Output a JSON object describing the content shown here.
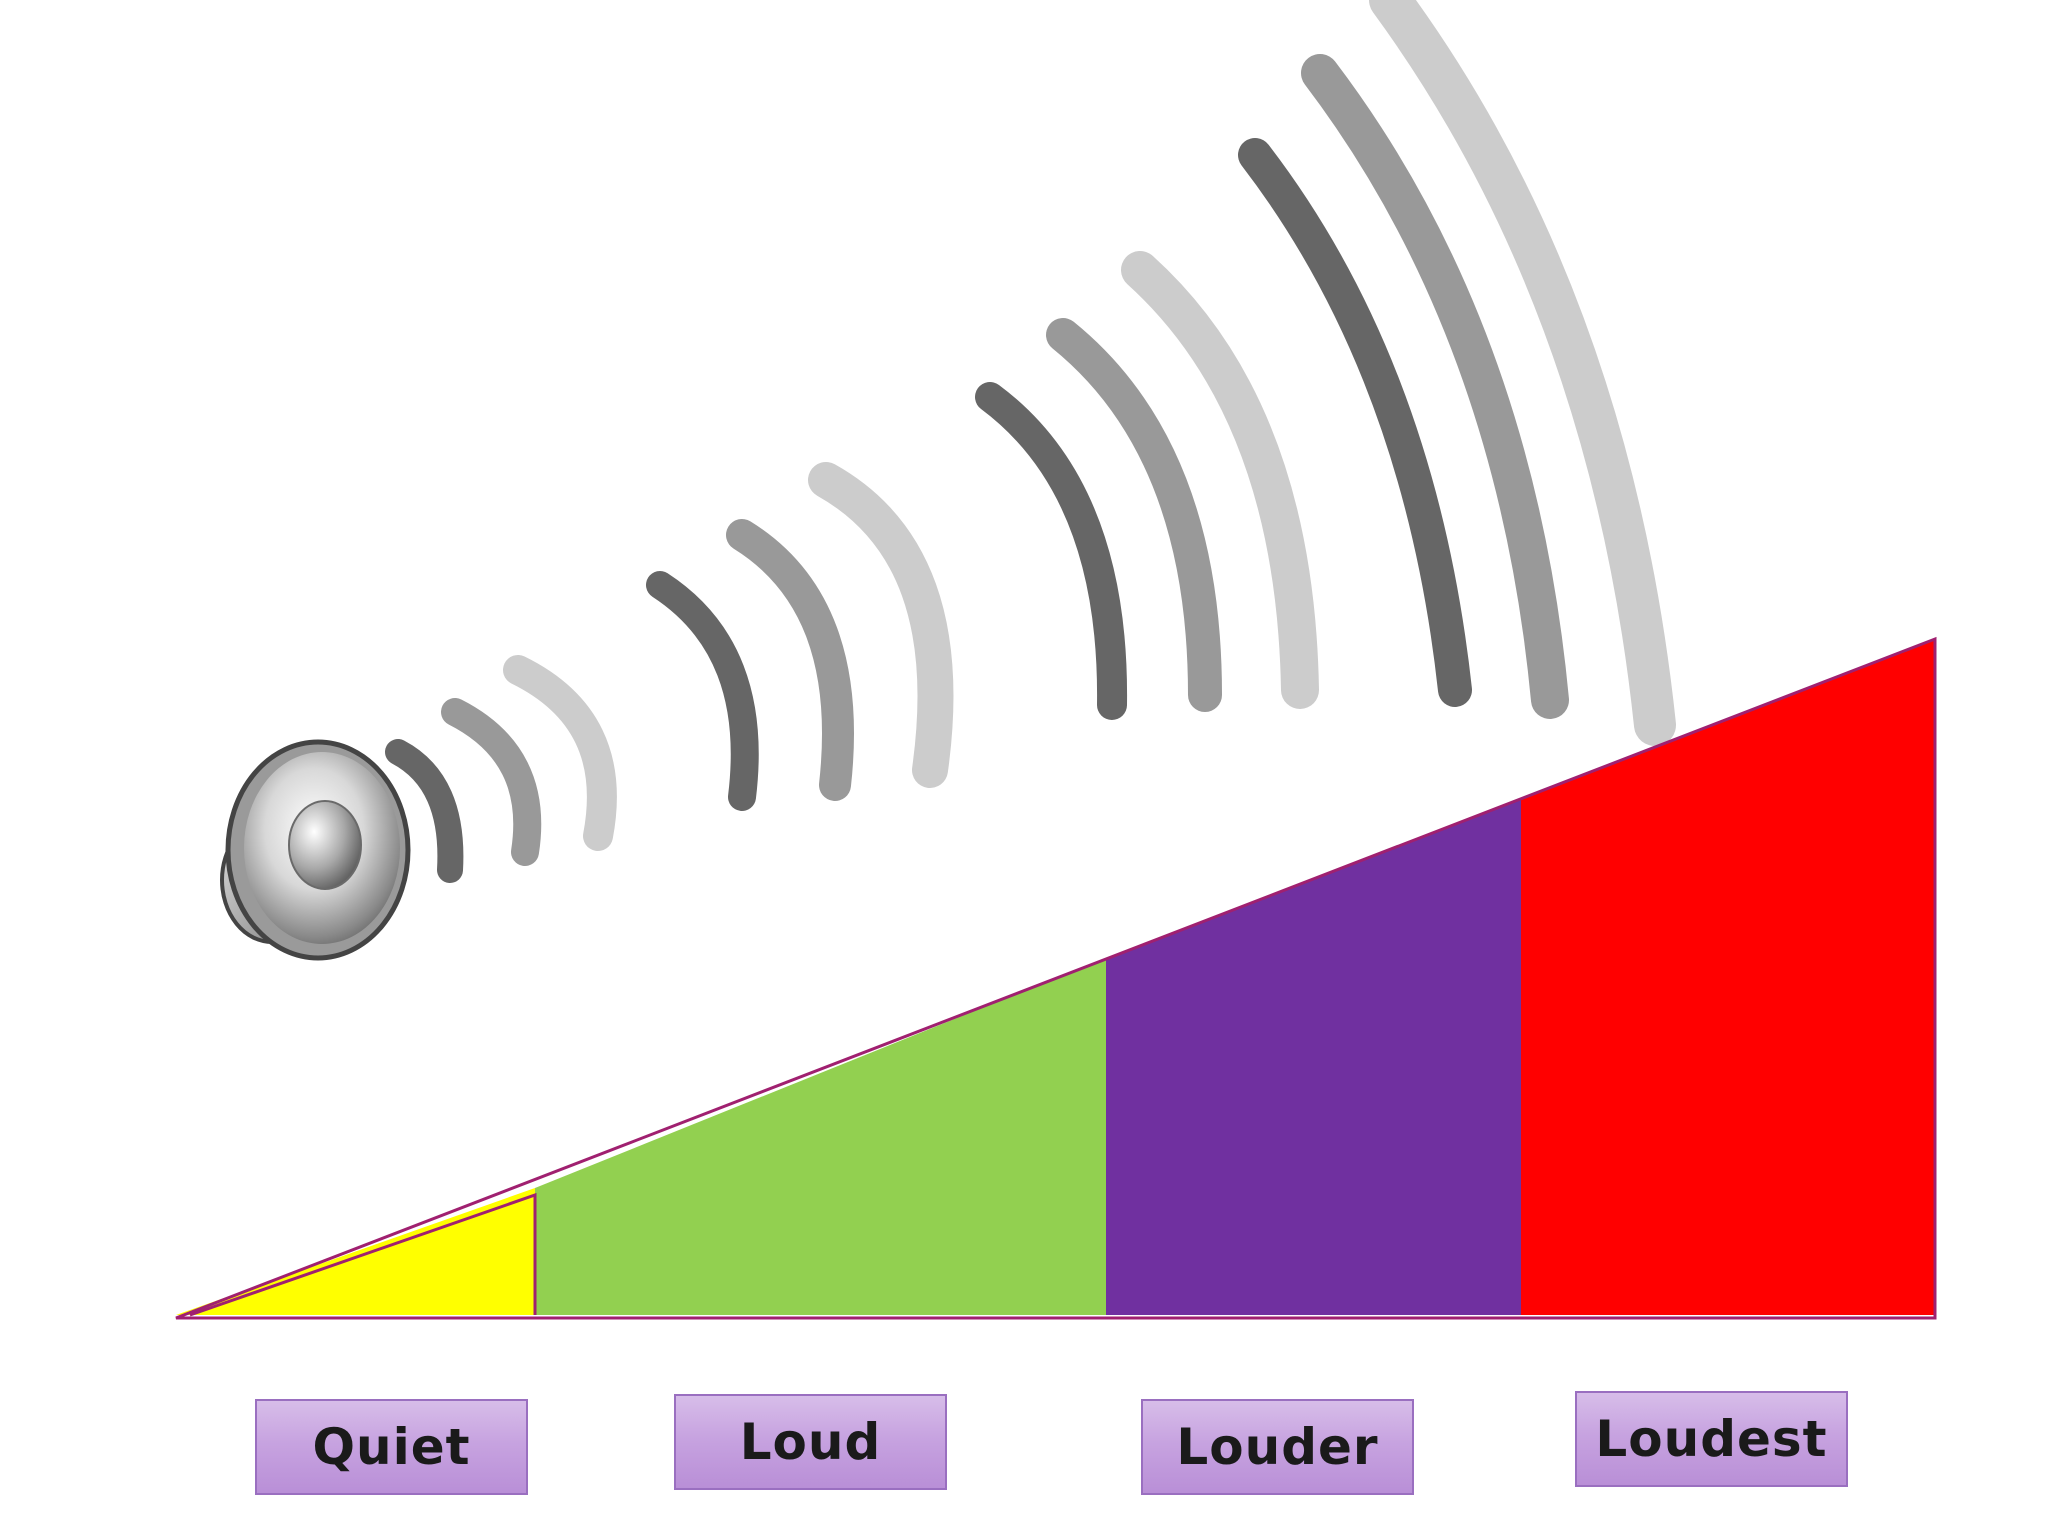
{
  "diagram": {
    "colors": {
      "quiet": "#ffff00",
      "loud": "#92d050",
      "louder": "#7030a0",
      "loudest": "#ff0000",
      "outline": "#a02070",
      "label_fill": "#c7a3e0",
      "label_border": "#9a6fc0",
      "wave_dark": "#666666",
      "wave_mid": "#999999",
      "wave_light": "#cccccc"
    },
    "icon": "speaker-icon",
    "levels": [
      {
        "id": "quiet",
        "label": "Quiet"
      },
      {
        "id": "loud",
        "label": "Loud"
      },
      {
        "id": "louder",
        "label": "Louder"
      },
      {
        "id": "loudest",
        "label": "Loudest"
      }
    ]
  }
}
